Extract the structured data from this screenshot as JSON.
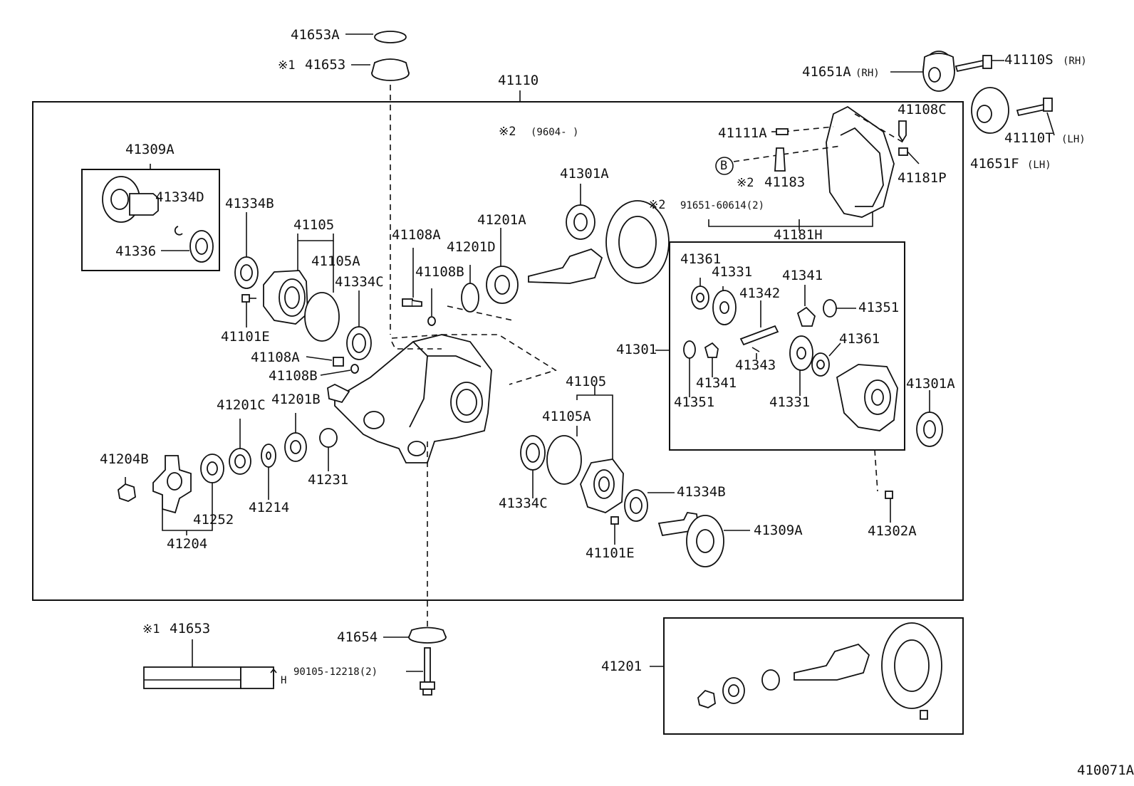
{
  "labels": {
    "p41653A": "41653A",
    "mark1": "※1",
    "mark2": "※2",
    "p41653": "41653",
    "p41110": "41110",
    "note9604": "(9604-          )",
    "p41309A": "41309A",
    "p41334D": "41334D",
    "p41336": "41336",
    "p41334B": "41334B",
    "p41105": "41105",
    "p41105A": "41105A",
    "p41334C": "41334C",
    "p41101E": "41101E",
    "p41108A": "41108A",
    "p41108B": "41108B",
    "p41108C": "41108C",
    "p41201": "41201",
    "p41201A": "41201A",
    "p41201B": "41201B",
    "p41201C": "41201C",
    "p41201D": "41201D",
    "p41301": "41301",
    "p41301A": "41301A",
    "p41302A": "41302A",
    "p41204": "41204",
    "p41204B": "41204B",
    "p41231": "41231",
    "p41214": "41214",
    "p41252": "41252",
    "p41361": "41361",
    "p41331": "41331",
    "p41342": "41342",
    "p41341": "41341",
    "p41343": "41343",
    "p41351": "41351",
    "p41111A": "41111A",
    "callout_b": "B",
    "p41183": "41183",
    "p91651": "91651-60614(2)",
    "p41181H": "41181H",
    "p41181P": "41181P",
    "p41651A": "41651A",
    "p41651F": "41651F",
    "p41110S": "41110S",
    "p41110T": "41110T",
    "rh": "(RH)",
    "lh": "(LH)",
    "h": "H",
    "p41654": "41654",
    "p90105": "90105-12218(2)",
    "diagram_code": "410071A"
  }
}
